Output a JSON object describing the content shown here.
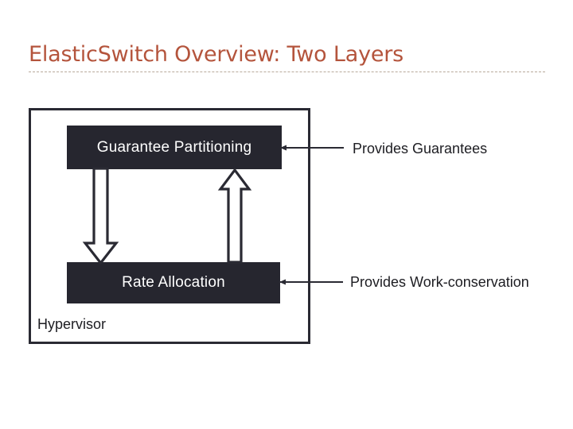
{
  "slide": {
    "title": "ElasticSwitch Overview: Two Layers",
    "title_color": "#b4543c",
    "background_color": "#ffffff",
    "divider_color": "#b8a99a"
  },
  "diagram": {
    "container": {
      "name": "Hypervisor",
      "label": "Hypervisor",
      "border_color": "#2a2a33"
    },
    "layers": [
      {
        "id": "guarantee-partitioning",
        "label": "Guarantee Partitioning",
        "fill_color": "#26262f",
        "text_color": "#ffffff",
        "annotation": "Provides Guarantees"
      },
      {
        "id": "rate-allocation",
        "label": "Rate Allocation",
        "fill_color": "#26262f",
        "text_color": "#ffffff",
        "annotation": "Provides Work-conservation"
      }
    ],
    "connectors": [
      {
        "id": "down-arrow",
        "from": "guarantee-partitioning",
        "to": "rate-allocation",
        "direction": "down",
        "style": "outlined-block-arrow"
      },
      {
        "id": "up-arrow",
        "from": "rate-allocation",
        "to": "guarantee-partitioning",
        "direction": "up",
        "style": "outlined-block-arrow"
      }
    ],
    "annotations": [
      {
        "id": "annot-guarantees",
        "text": "Provides Guarantees",
        "target": "guarantee-partitioning"
      },
      {
        "id": "annot-workcons",
        "text": "Provides Work-conservation",
        "target": "rate-allocation"
      }
    ]
  }
}
